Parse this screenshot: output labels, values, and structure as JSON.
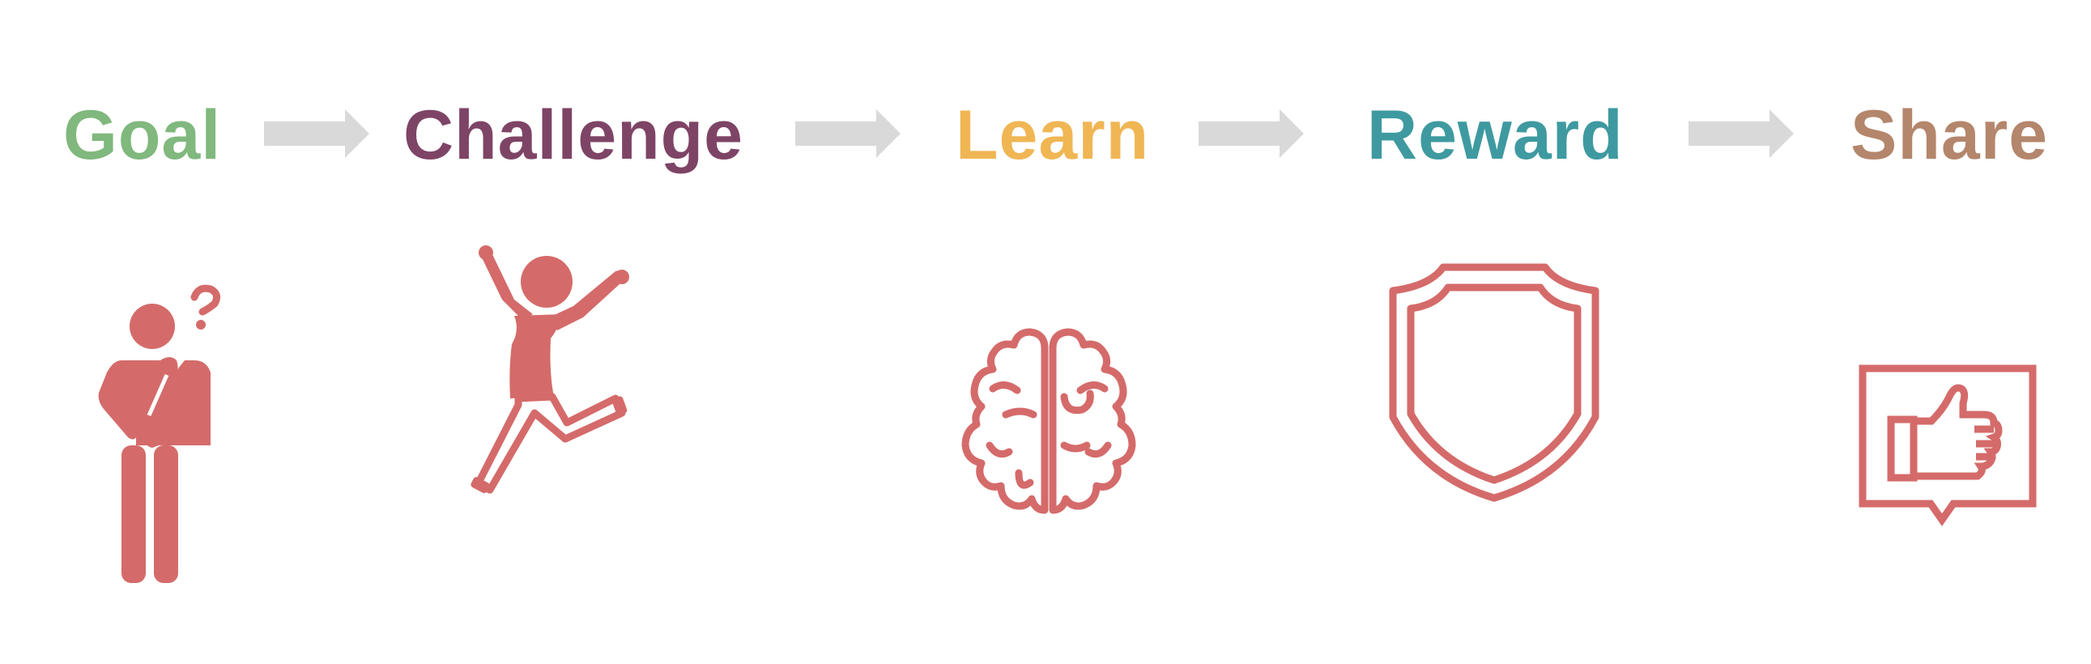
{
  "stages": [
    {
      "label": "Goal",
      "color": "#80b87e",
      "icon": "person-question-icon"
    },
    {
      "label": "Challenge",
      "color": "#7e4466",
      "icon": "person-jumping-icon"
    },
    {
      "label": "Learn",
      "color": "#f0b654",
      "icon": "brain-icon"
    },
    {
      "label": "Reward",
      "color": "#3e9aa0",
      "icon": "shield-badge-icon"
    },
    {
      "label": "Share",
      "color": "#b4866c",
      "icon": "thumbs-up-speech-icon"
    }
  ],
  "colors": {
    "icon": "#d46b6a",
    "arrow": "#d9d9d9",
    "background": "#ffffff"
  }
}
